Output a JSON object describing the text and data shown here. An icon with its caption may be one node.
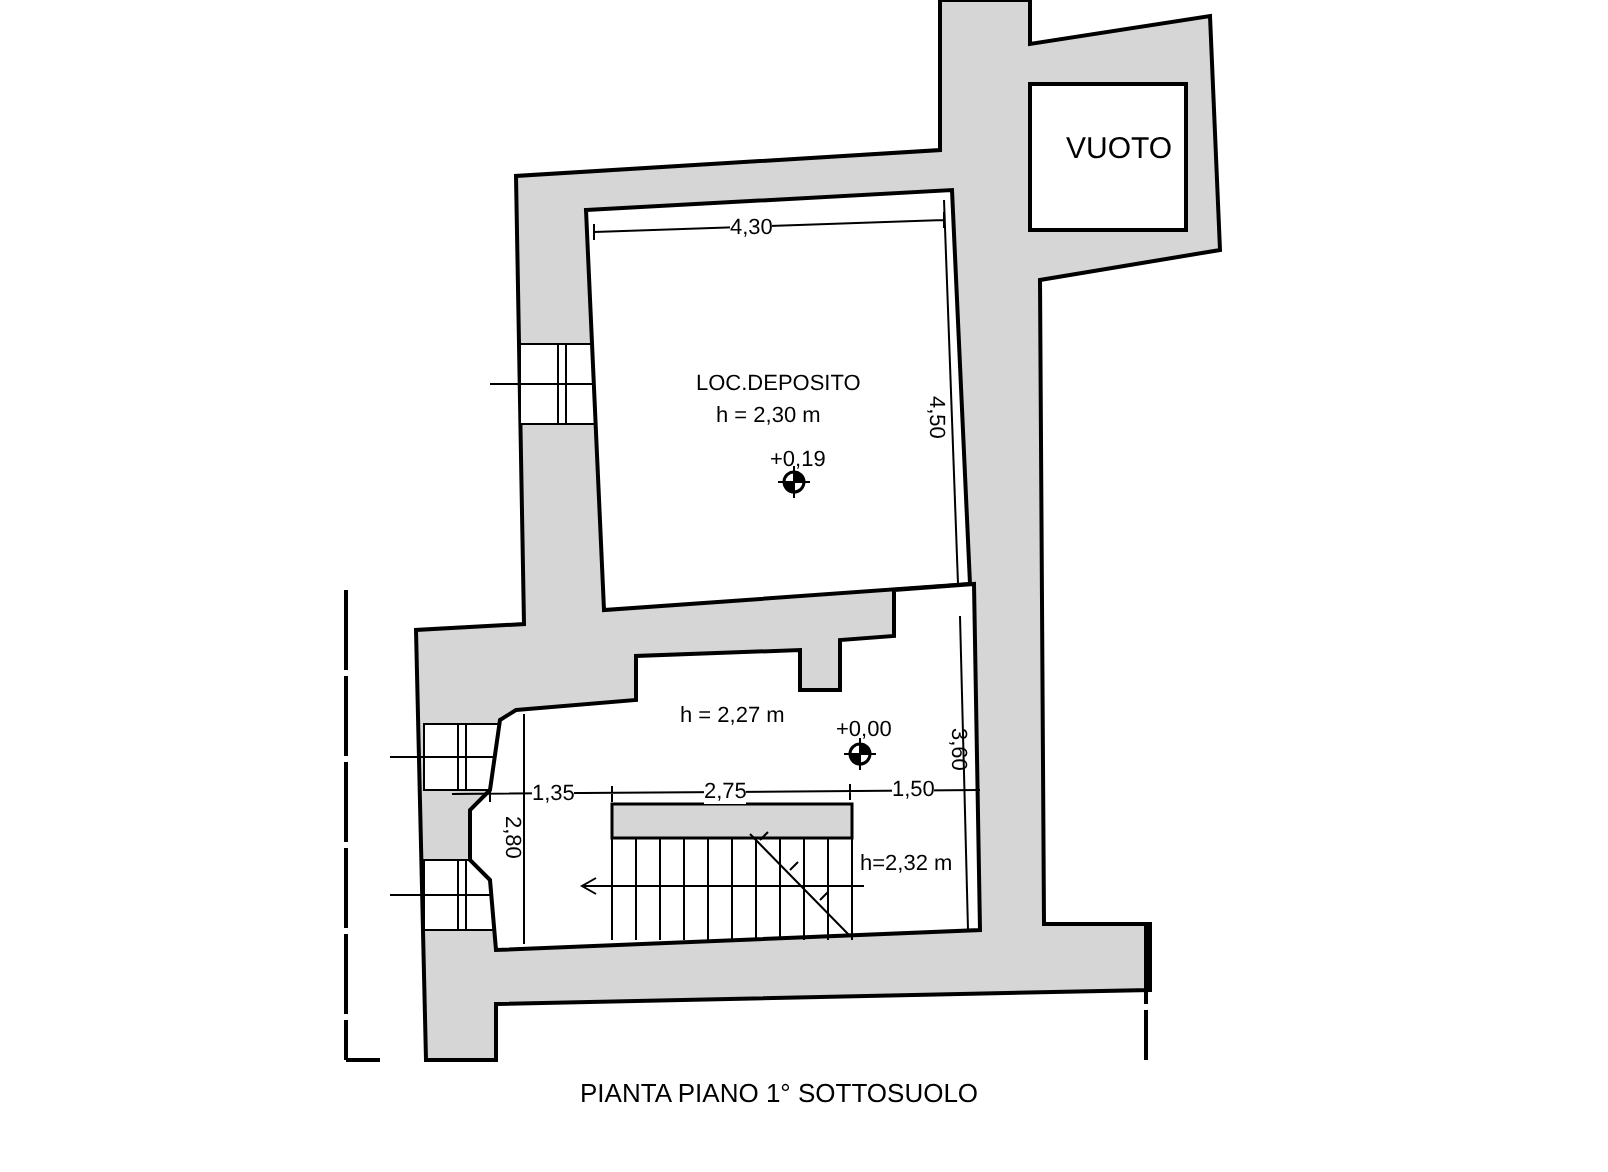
{
  "diagram": {
    "caption": "PIANTA PIANO 1° SOTTOSUOLO",
    "nodes": [
      {
        "text": [
          "VUOTO"
        ]
      },
      {
        "text": [
          "LOC.DEPOSITO",
          "h = 2,30 m"
        ]
      },
      {
        "text": [
          "h = 2,27 m"
        ]
      }
    ],
    "labels": [
      "4,30",
      "4,50",
      "+0,19",
      "+0,00",
      "3,60",
      "1,35",
      "2,75",
      "1,50",
      "2,80",
      "h=2,32 m"
    ]
  }
}
